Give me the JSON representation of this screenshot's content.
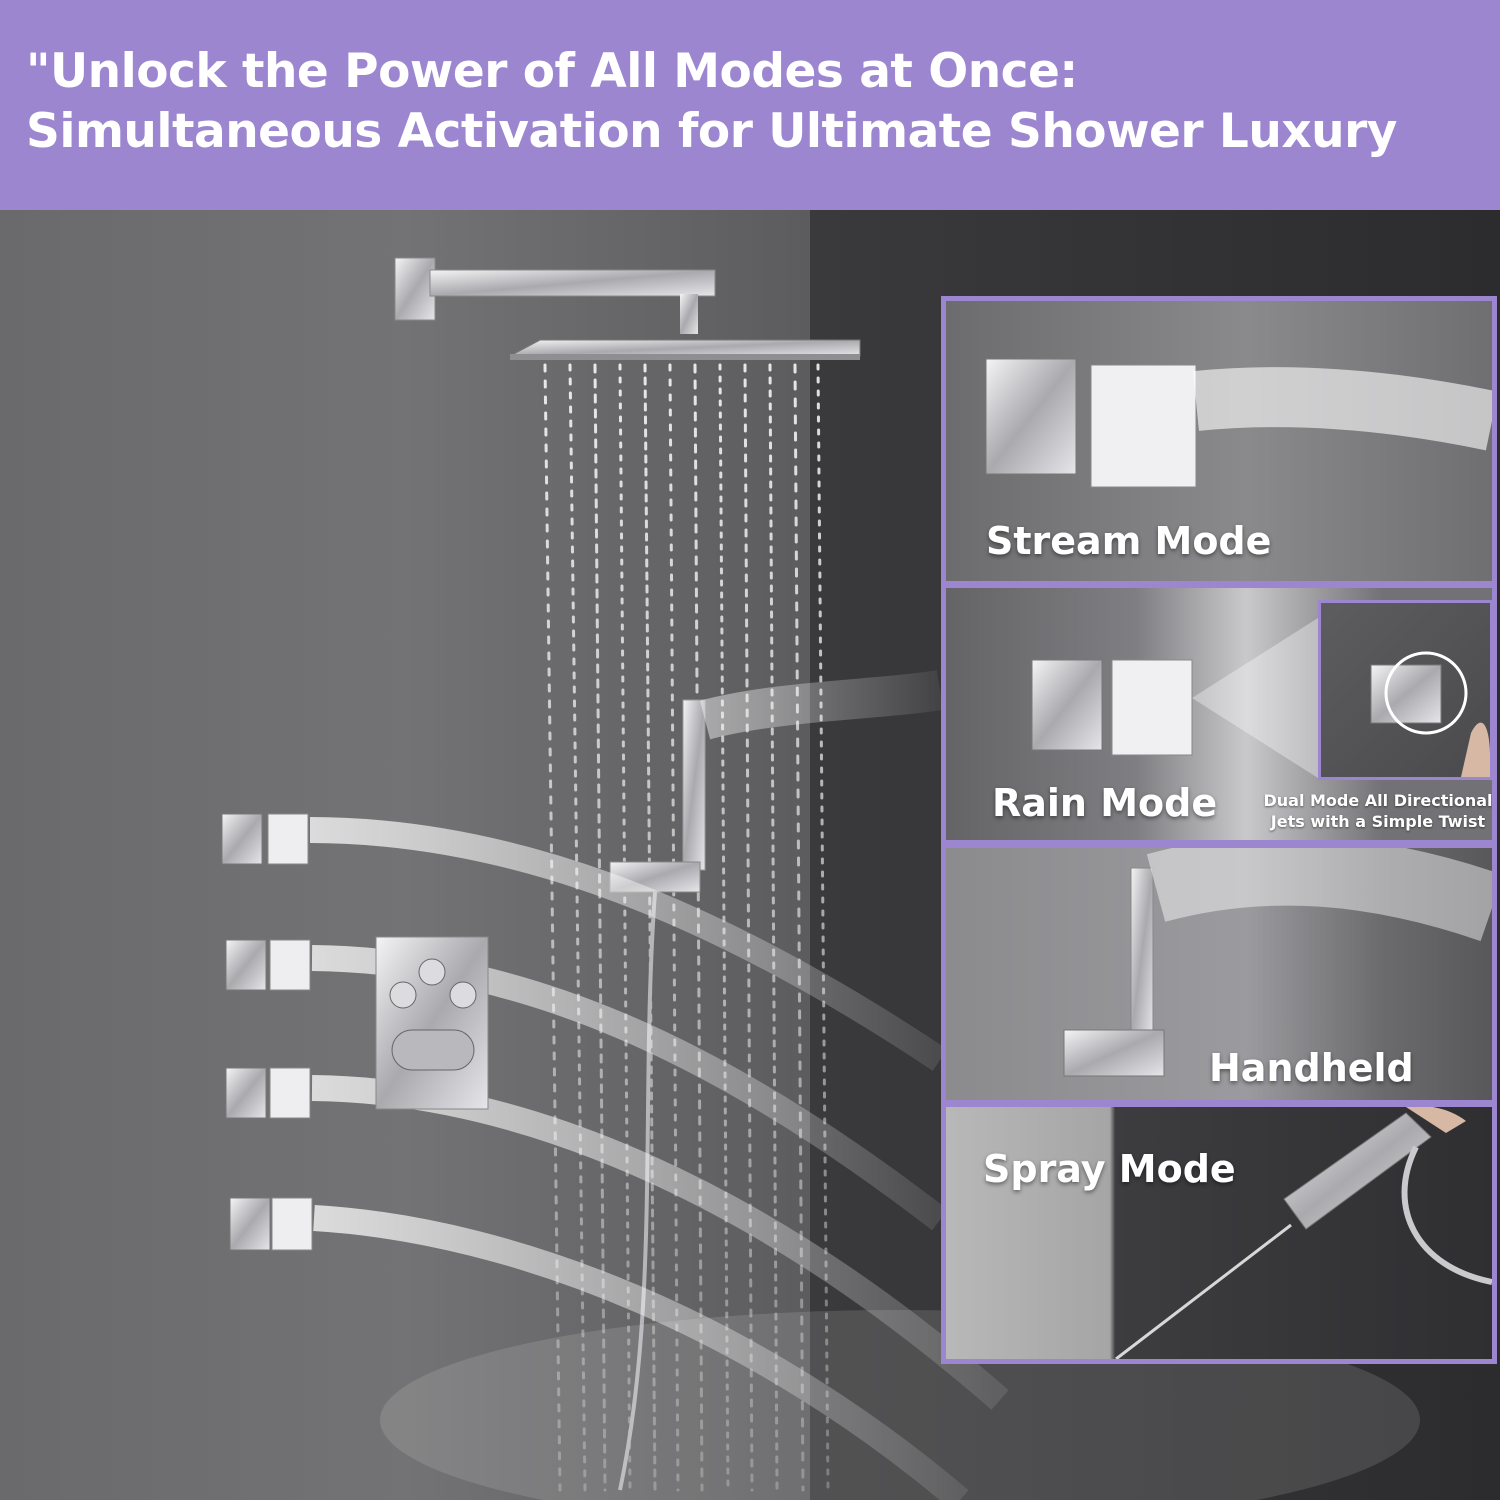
{
  "header": {
    "line1": "\"Unlock the Power of All Modes at Once:",
    "line2": "Simultaneous Activation for Ultimate Shower Luxury"
  },
  "panels": {
    "stream": {
      "label": "Stream Mode"
    },
    "rain": {
      "label": "Rain Mode",
      "caption_line1": "Dual Mode All Directional",
      "caption_line2": "Jets with a Simple Twist"
    },
    "handheld": {
      "label": "Handheld"
    },
    "spray": {
      "label": "Spray Mode"
    }
  },
  "colors": {
    "accent_purple": "#9b86cf",
    "text": "#ffffff",
    "wall_gray": "#5d5d5f",
    "chrome": "#d8d8dc"
  }
}
